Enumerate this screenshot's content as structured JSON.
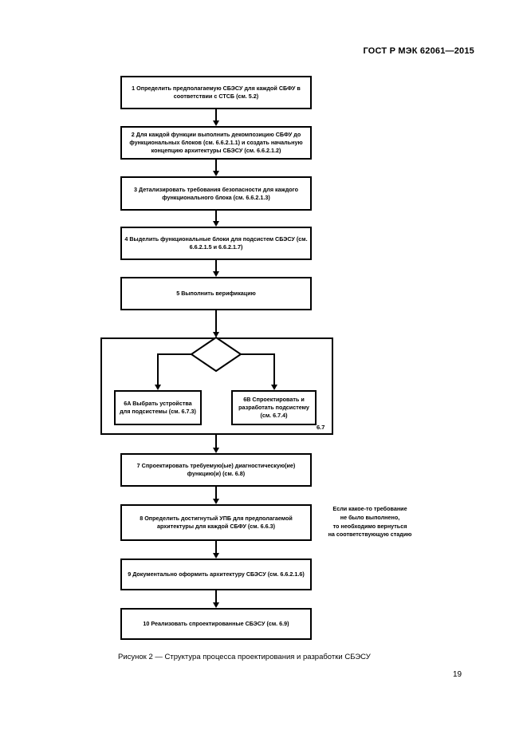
{
  "page": {
    "header": "ГОСТ Р МЭК 62061—2015",
    "caption": "Рисунок 2 — Структура процесса проектирования и разработки СБЭСУ",
    "page_number": "19"
  },
  "flowchart": {
    "boxes": [
      {
        "text": "1 Определить предполагаемую СБЭСУ для каждой СБФУ в соответствии с СТСБ (см. 5.2)"
      },
      {
        "text": "2 Для каждой функции выполнить декомпозицию СБФУ до функциональных блоков (см. 6.6.2.1.1) и создать начальную концепцию архитектуры СБЭСУ (см. 6.6.2.1.2)"
      },
      {
        "text": "3 Детализировать требования безопасности для каждого функционального блока (см. 6.6.2.1.3)"
      },
      {
        "text": "4 Выделить функциональные блоки для подсистем СБЭСУ (см. 6.6.2.1.5 и 6.6.2.1.7)"
      },
      {
        "text": "5 Выполнить верификацию"
      },
      {
        "text": "6A Выбрать устройства для подсистемы (см. 6.7.3)"
      },
      {
        "text": "6B Спроектировать и разработать подсистему (см. 6.7.4)"
      },
      {
        "text": "7 Спроектировать требуемую(ые) диагностическую(ие) функцию(и) (см. 6.8)"
      },
      {
        "text": "8 Определить достигнутый УПБ для предполагаемой архитектуры для каждой СБФУ (см. 6.6.3)"
      },
      {
        "text": "9 Документально оформить архитектуру СБЭСУ (см. 6.6.2.1.6)"
      },
      {
        "text": "10 Реализовать спроектированные СБЭСУ (см. 6.9)"
      }
    ],
    "group_label": "6.7",
    "note": "Если какое-то требование\nне было выполнено,\nто необходимо вернуться\nна соответствующую стадию"
  }
}
